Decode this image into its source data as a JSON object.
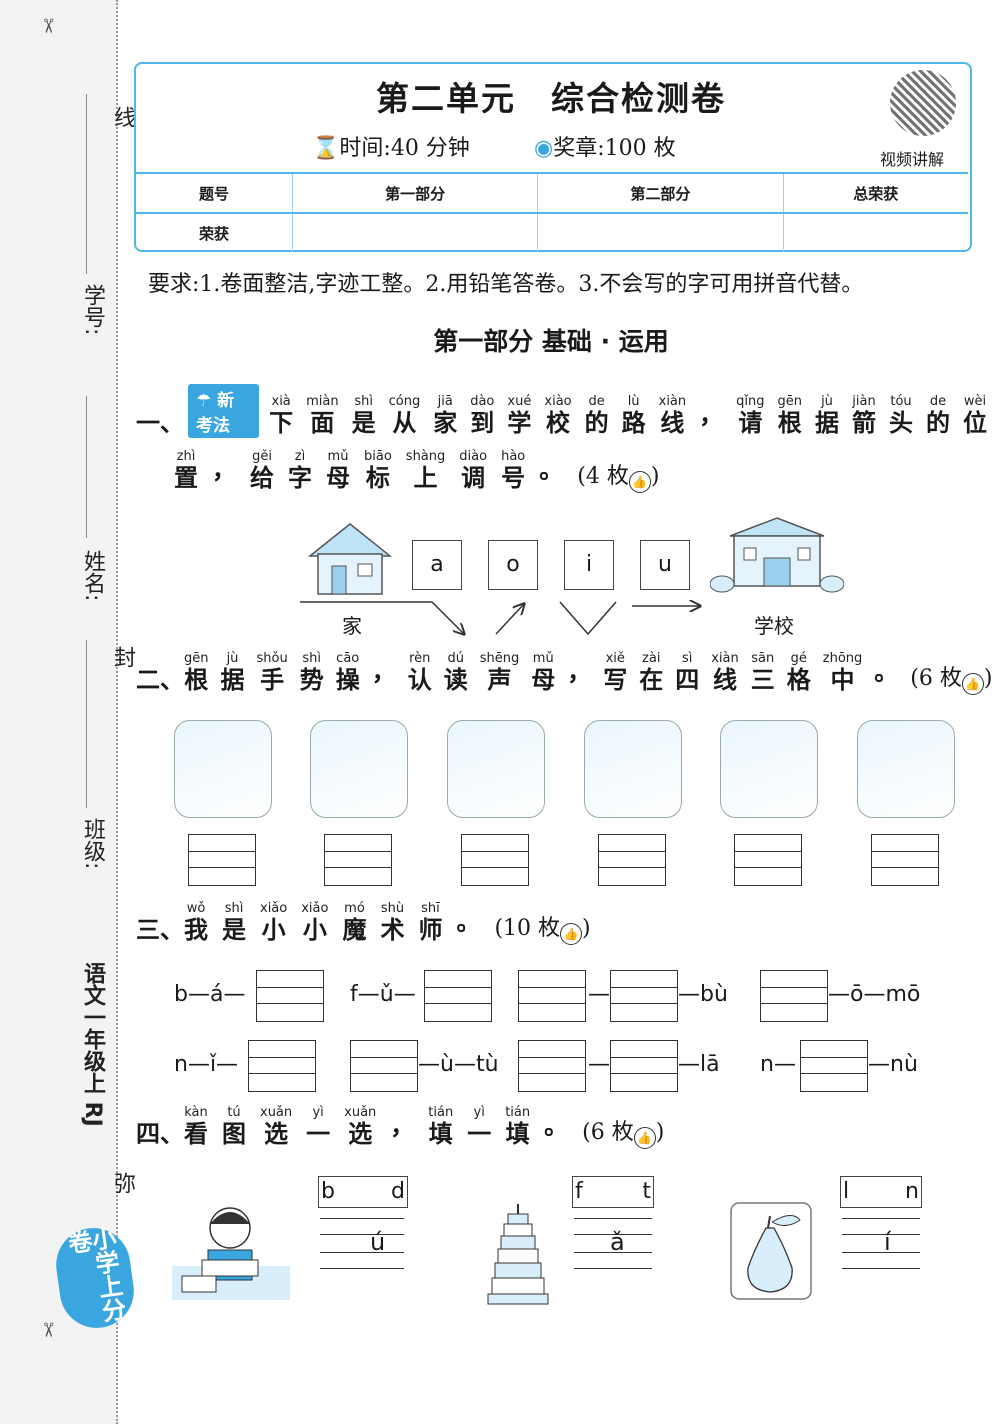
{
  "margin": {
    "line": "线",
    "seal": "封",
    "secret": "弥",
    "student_no": "学号:",
    "name": "姓名:",
    "class": "班级:",
    "book": "语文一年级上 RJ",
    "logo": "小学上分卷"
  },
  "header": {
    "title": "第二单元　综合检测卷",
    "time": "时间:40 分钟",
    "medals": "奖章:100 枚",
    "qr_label": "视频讲解",
    "table_headers": [
      "题号",
      "第一部分",
      "第二部分",
      "总荣获"
    ],
    "row2_label": "荣获"
  },
  "requirement": "要求:1.卷面整洁,字迹工整。2.用铅笔答卷。3.不会写的字可用拼音代替。",
  "part1_title": "第一部分 基础 · 运用",
  "q1": {
    "num": "一、",
    "badge": "新考法",
    "line1": [
      {
        "c": "下",
        "p": "xià"
      },
      {
        "c": "面",
        "p": "miàn"
      },
      {
        "c": "是",
        "p": "shì"
      },
      {
        "c": "从",
        "p": "cóng"
      },
      {
        "c": "家",
        "p": "jiā"
      },
      {
        "c": "到",
        "p": "dào"
      },
      {
        "c": "学",
        "p": "xué"
      },
      {
        "c": "校",
        "p": "xiào"
      },
      {
        "c": "的",
        "p": "de"
      },
      {
        "c": "路",
        "p": "lù"
      },
      {
        "c": "线",
        "p": "xiàn"
      },
      {
        "c": "，",
        "p": ""
      },
      {
        "c": "请",
        "p": "qǐng"
      },
      {
        "c": "根",
        "p": "gēn"
      },
      {
        "c": "据",
        "p": "jù"
      },
      {
        "c": "箭",
        "p": "jiàn"
      },
      {
        "c": "头",
        "p": "tóu"
      },
      {
        "c": "的",
        "p": "de"
      },
      {
        "c": "位",
        "p": "wèi"
      }
    ],
    "line2": [
      {
        "c": "置",
        "p": "zhì"
      },
      {
        "c": "，",
        "p": ""
      },
      {
        "c": "给",
        "p": "gěi"
      },
      {
        "c": "字",
        "p": "zì"
      },
      {
        "c": "母",
        "p": "mǔ"
      },
      {
        "c": "标",
        "p": "biāo"
      },
      {
        "c": "上",
        "p": "shàng"
      },
      {
        "c": "调",
        "p": "diào"
      },
      {
        "c": "号",
        "p": "hào"
      },
      {
        "c": "。",
        "p": ""
      }
    ],
    "score": "(4 枚",
    "letters": [
      "a",
      "o",
      "i",
      "u"
    ],
    "home": "家",
    "school": "学校"
  },
  "q2": {
    "num": "二、",
    "text": [
      {
        "c": "根",
        "p": "gēn"
      },
      {
        "c": "据",
        "p": "jù"
      },
      {
        "c": "手",
        "p": "shǒu"
      },
      {
        "c": "势",
        "p": "shì"
      },
      {
        "c": "操",
        "p": "cāo"
      },
      {
        "c": "，",
        "p": ""
      },
      {
        "c": "认",
        "p": "rèn"
      },
      {
        "c": "读",
        "p": "dú"
      },
      {
        "c": "声",
        "p": "shēng"
      },
      {
        "c": "母",
        "p": "mǔ"
      },
      {
        "c": "，",
        "p": ""
      },
      {
        "c": "写",
        "p": "xiě"
      },
      {
        "c": "在",
        "p": "zài"
      },
      {
        "c": "四",
        "p": "sì"
      },
      {
        "c": "线",
        "p": "xiàn"
      },
      {
        "c": "三",
        "p": "sān"
      },
      {
        "c": "格",
        "p": "gé"
      },
      {
        "c": "中",
        "p": "zhōng"
      },
      {
        "c": "。",
        "p": ""
      }
    ],
    "score": "(6 枚"
  },
  "q3": {
    "num": "三、",
    "text": [
      {
        "c": "我",
        "p": "wǒ"
      },
      {
        "c": "是",
        "p": "shì"
      },
      {
        "c": "小",
        "p": "xiǎo"
      },
      {
        "c": "小",
        "p": "xiǎo"
      },
      {
        "c": "魔",
        "p": "mó"
      },
      {
        "c": "术",
        "p": "shù"
      },
      {
        "c": "师",
        "p": "shī"
      },
      {
        "c": "。",
        "p": ""
      }
    ],
    "score": "(10 枚",
    "row1": [
      "b—á—",
      "f—ǔ—",
      "—",
      "—bù",
      "—ō—mō"
    ],
    "row2": [
      "n—ǐ—",
      "—ù—tù",
      "—",
      "—lā",
      "n—",
      "—nù"
    ]
  },
  "q4": {
    "num": "四、",
    "text": [
      {
        "c": "看",
        "p": "kàn"
      },
      {
        "c": "图",
        "p": "tú"
      },
      {
        "c": "选",
        "p": "xuǎn"
      },
      {
        "c": "一",
        "p": "yì"
      },
      {
        "c": "选",
        "p": "xuǎn"
      },
      {
        "c": "，",
        "p": ""
      },
      {
        "c": "填",
        "p": "tián"
      },
      {
        "c": "一",
        "p": "yì"
      },
      {
        "c": "填",
        "p": "tián"
      },
      {
        "c": "。",
        "p": ""
      }
    ],
    "score": "(6 枚",
    "options": [
      [
        "b",
        "d"
      ],
      [
        "f",
        "t"
      ],
      [
        "l",
        "n"
      ]
    ],
    "answers": [
      "ú",
      "ǎ",
      "í"
    ]
  },
  "colors": {
    "accent": "#3aa6e0",
    "border": "#4fb6e6"
  }
}
